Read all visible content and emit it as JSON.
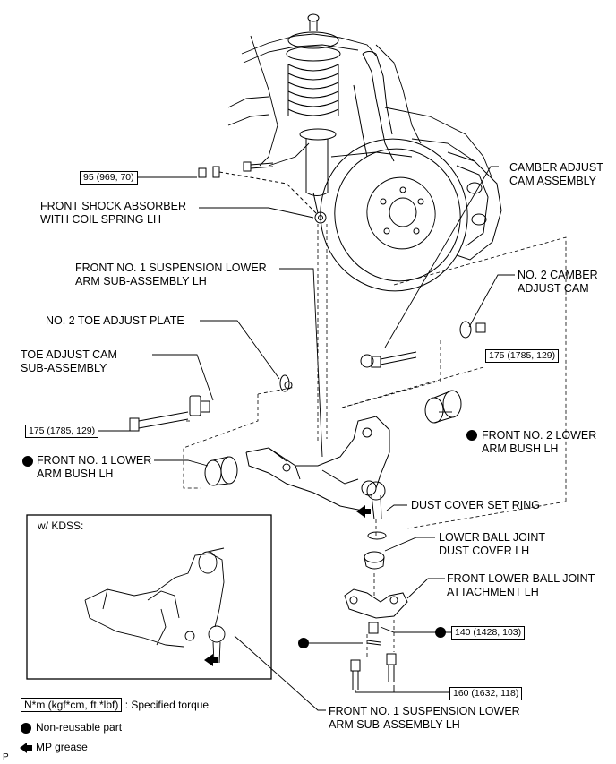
{
  "labels": {
    "camber_adjust_cam_assembly": [
      "CAMBER ADJUST",
      "CAM ASSEMBLY"
    ],
    "front_shock_absorber": [
      "FRONT SHOCK ABSORBER",
      "WITH COIL SPRING LH"
    ],
    "front_no1_lower_arm_top": [
      "FRONT NO. 1 SUSPENSION LOWER",
      "ARM SUB-ASSEMBLY LH"
    ],
    "no2_camber_adjust_cam": [
      "NO. 2 CAMBER",
      "ADJUST CAM"
    ],
    "no2_toe_adjust_plate": "NO. 2 TOE ADJUST PLATE",
    "toe_adjust_cam": [
      "TOE ADJUST CAM",
      "SUB-ASSEMBLY"
    ],
    "front_no2_lower_arm_bush": [
      "FRONT NO. 2 LOWER",
      "ARM BUSH LH"
    ],
    "front_no1_lower_arm_bush": [
      "FRONT NO. 1 LOWER",
      "ARM BUSH LH"
    ],
    "dust_cover_set_ring": "DUST COVER SET RING",
    "lower_ball_joint_dust_cover": [
      "LOWER BALL JOINT",
      "DUST COVER LH"
    ],
    "front_lower_ball_joint_attachment": [
      "FRONT LOWER BALL JOINT",
      "ATTACHMENT LH"
    ],
    "front_no1_lower_arm_bottom": [
      "FRONT NO. 1 SUSPENSION LOWER",
      "ARM SUB-ASSEMBLY LH"
    ]
  },
  "torque": {
    "t95": "95 (969, 70)",
    "t175_right": "175 (1785, 129)",
    "t175_left": "175 (1785, 129)",
    "t140": "140 (1428, 103)",
    "t160": "160 (1632, 118)"
  },
  "kdss_title": "w/ KDSS:",
  "legend": {
    "torque_unit": "N*m (kgf*cm, ft.*lbf)",
    "torque_desc": ": Specified torque",
    "non_reusable": "Non-reusable part",
    "mp_grease": "MP grease"
  },
  "corner_mark": "P",
  "icons": [
    "non-reusable-dot-icon",
    "mp-grease-arrow-icon"
  ]
}
